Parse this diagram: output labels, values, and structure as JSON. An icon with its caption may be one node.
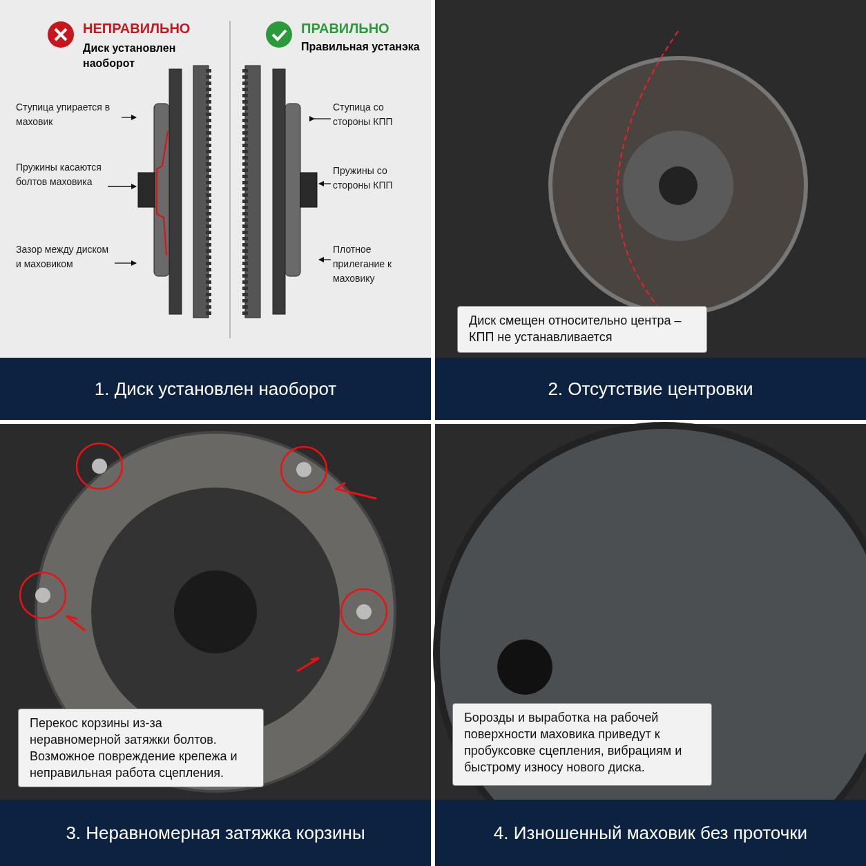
{
  "diagram": {
    "nodes": [
      {
        "text": [
          "Ступица упирается в маховик"
        ]
      },
      {
        "text": [
          "Пружины касаются болтов маховика"
        ]
      },
      {
        "text": [
          "Зазор между диском и маховиком"
        ]
      },
      {
        "text": [
          "Ступица со стороны КПП"
        ]
      },
      {
        "text": [
          "Пружины со стороны КПП"
        ]
      },
      {
        "text": [
          "Плотное прилегание к маховику"
        ]
      },
      {
        "text": [
          "1. Диск установлен наоборот"
        ]
      },
      {
        "text": [
          "Диск смещен относительно центра – КПП не устанавливается"
        ]
      },
      {
        "text": [
          "2. Отсутствие центровки"
        ]
      },
      {
        "text": [
          "Перекос корзины из-за неравномерной затяжки болтов. Возможное повреждение крепежа и неправильная работа сцепления."
        ]
      },
      {
        "text": [
          "3. Неравномерная затяжка корзины"
        ]
      },
      {
        "text": [
          "Борозды и выработка на рабочей поверхности маховика приведут к пробуксовке сцепления, вибрациям и быстрому износу нового диска."
        ]
      },
      {
        "text": [
          "4. Изношенный маховик без проточки"
        ]
      },
      {
        "text": [],
        "shape": "picture"
      },
      {
        "text": [],
        "shape": "picture"
      }
    ],
    "edges": [
      {
        "from": 0,
        "to": 13,
        "arrow": "to"
      },
      {
        "from": 1,
        "to": 13,
        "arrow": "to"
      },
      {
        "from": 2,
        "to": 13,
        "arrow": "to"
      },
      {
        "from": 3,
        "to": 14,
        "arrow": "to"
      },
      {
        "from": 4,
        "to": 14,
        "arrow": "to"
      },
      {
        "from": 5,
        "to": 14,
        "arrow": "to"
      }
    ],
    "labels": [
      "НЕПРАВИЛЬНО",
      "Диск установлен наоборот",
      "ПРАВИЛЬНО",
      "Правильная устанэка"
    ]
  }
}
